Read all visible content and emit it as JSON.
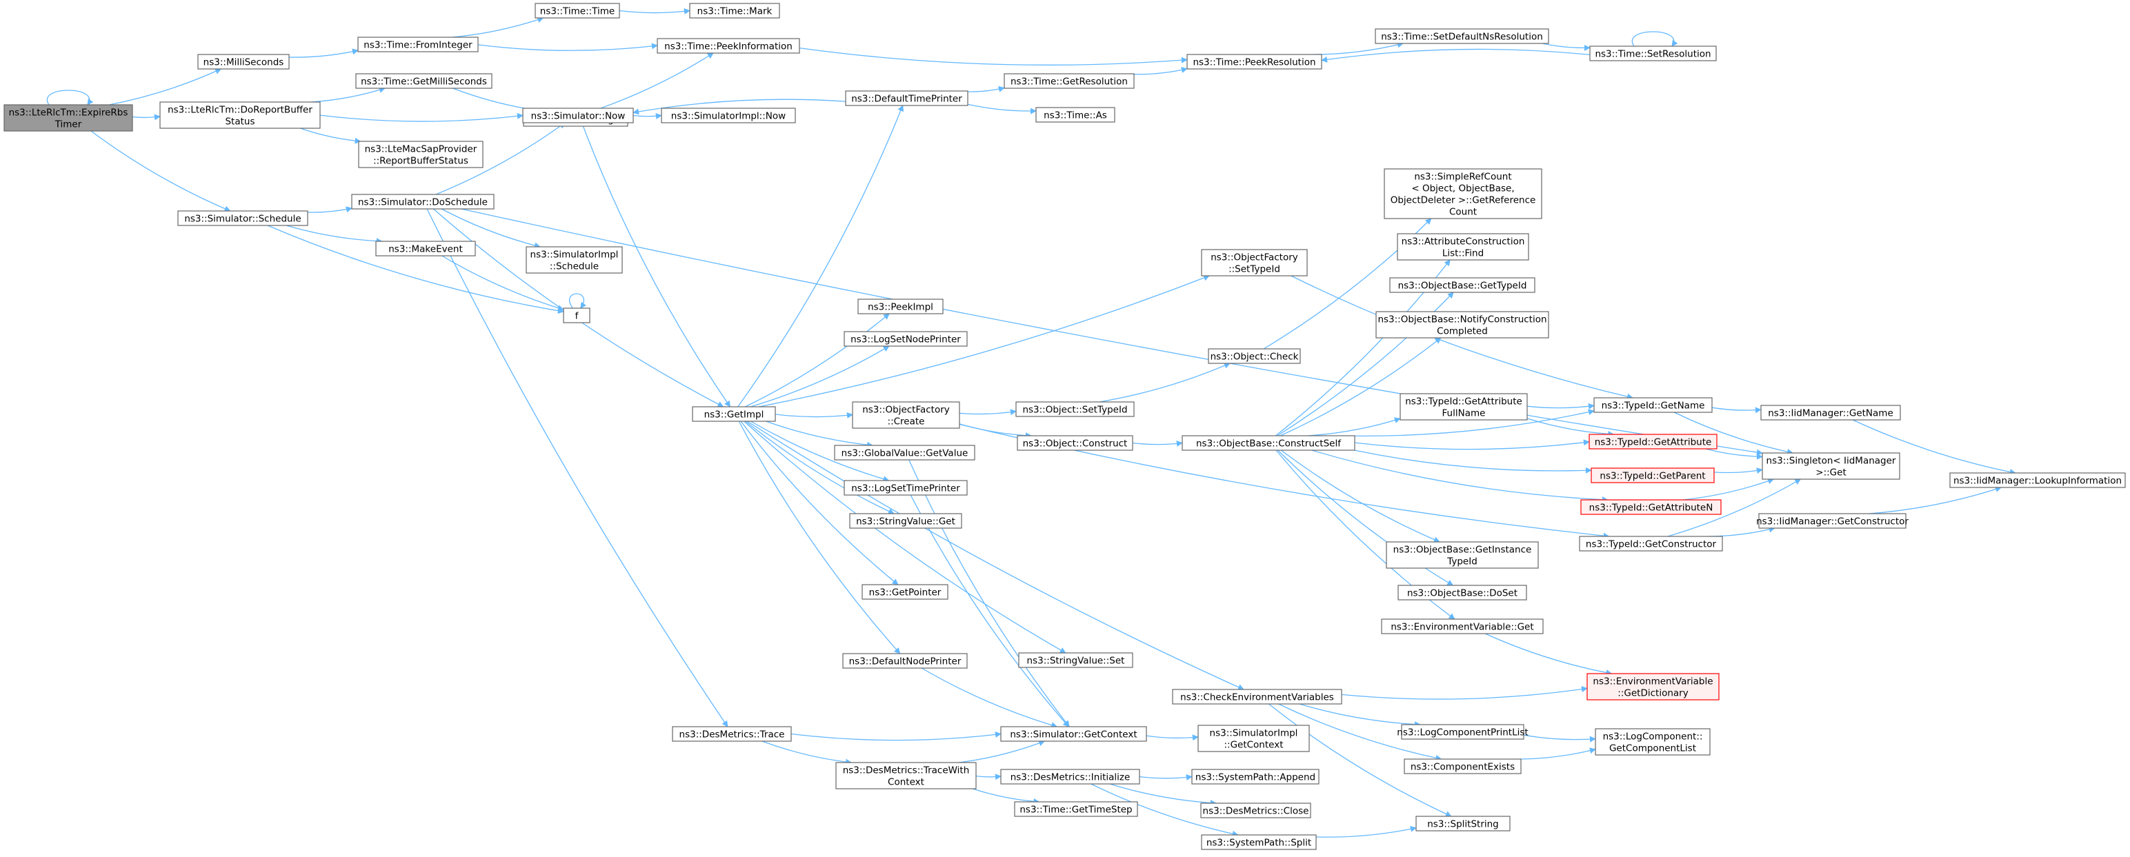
{
  "colors": {
    "edge": "#63b8ff",
    "node_border": "#666666",
    "node_fill": "#ffffff",
    "root_fill": "#999999",
    "truncated_border": "#ff0000",
    "truncated_fill": "#fff0f0"
  },
  "nodes": {
    "expire": [
      "ns3::LteRlcTm::ExpireRbs",
      "Timer"
    ],
    "millisec": [
      "ns3::MilliSeconds"
    ],
    "fromint": [
      "ns3::Time::FromInteger"
    ],
    "timetime": [
      "ns3::Time::Time"
    ],
    "timemark": [
      "ns3::Time::Mark"
    ],
    "peekinfo": [
      "ns3::Time::PeekInformation"
    ],
    "peekres": [
      "ns3::Time::PeekResolution"
    ],
    "setdefns": [
      "ns3::Time::SetDefaultNsResolution"
    ],
    "setres": [
      "ns3::Time::SetResolution"
    ],
    "doreport": [
      "ns3::LteRlcTm::DoReportBuffer",
      "Status"
    ],
    "getmilli": [
      "ns3::Time::GetMilliSeconds"
    ],
    "toint": [
      "ns3::Time::ToInteger"
    ],
    "simnow": [
      "ns3::Simulator::Now"
    ],
    "simimplnow": [
      "ns3::SimulatorImpl::Now"
    ],
    "ltemacsap": [
      "ns3::LteMacSapProvider",
      "::ReportBufferStatus"
    ],
    "deftimeprinter": [
      "ns3::DefaultTimePrinter"
    ],
    "getres": [
      "ns3::Time::GetResolution"
    ],
    "timeas": [
      "ns3::Time::As"
    ],
    "schedule": [
      "ns3::Simulator::Schedule"
    ],
    "doschedule": [
      "ns3::Simulator::DoSchedule"
    ],
    "makeevent": [
      "ns3::MakeEvent"
    ],
    "simimplsched": [
      "ns3::SimulatorImpl",
      "::Schedule"
    ],
    "f": [
      "f"
    ],
    "getimpl": [
      "ns3::GetImpl"
    ],
    "peekimpl": [
      "ns3::PeekImpl"
    ],
    "logsetnode": [
      "ns3::LogSetNodePrinter"
    ],
    "ofcreate": [
      "ns3::ObjectFactory",
      "::Create"
    ],
    "gvgetvalue": [
      "ns3::GlobalValue::GetValue"
    ],
    "logsettime": [
      "ns3::LogSetTimePrinter"
    ],
    "svget": [
      "ns3::StringValue::Get"
    ],
    "getpointer": [
      "ns3::GetPointer"
    ],
    "defnodeprinter": [
      "ns3::DefaultNodePrinter"
    ],
    "svset": [
      "ns3::StringValue::Set"
    ],
    "objsettypeid": [
      "ns3::Object::SetTypeId"
    ],
    "objconstruct": [
      "ns3::Object::Construct"
    ],
    "ofsettypeid": [
      "ns3::ObjectFactory",
      "::SetTypeId"
    ],
    "objcheck": [
      "ns3::Object::Check"
    ],
    "simplerefcount": [
      "ns3::SimpleRefCount",
      "< Object, ObjectBase,",
      "ObjectDeleter >::GetReference",
      "Count"
    ],
    "attrconstr": [
      "ns3::AttributeConstruction",
      "List::Find"
    ],
    "obgettypeid": [
      "ns3::ObjectBase::GetTypeId"
    ],
    "obnotify": [
      "ns3::ObjectBase::NotifyConstruction",
      "Completed"
    ],
    "obconstructself": [
      "ns3::ObjectBase::ConstructSelf"
    ],
    "tidgetattrfull": [
      "ns3::TypeId::GetAttribute",
      "FullName"
    ],
    "tidgetname": [
      "ns3::TypeId::GetName"
    ],
    "iidgetname": [
      "ns3::IidManager::GetName"
    ],
    "tidgetattr": [
      "ns3::TypeId::GetAttribute"
    ],
    "singleton": [
      "ns3::Singleton< IidManager",
      ">::Get"
    ],
    "tidgetparent": [
      "ns3::TypeId::GetParent"
    ],
    "iidlookup": [
      "ns3::IidManager::LookupInformation"
    ],
    "tidgetattrn": [
      "ns3::TypeId::GetAttributeN"
    ],
    "iidgetconstr": [
      "ns3::IidManager::GetConstructor"
    ],
    "tidgetconstr": [
      "ns3::TypeId::GetConstructor"
    ],
    "obgetinsttid": [
      "ns3::ObjectBase::GetInstance",
      "TypeId"
    ],
    "obdoset": [
      "ns3::ObjectBase::DoSet"
    ],
    "envget": [
      "ns3::EnvironmentVariable::Get"
    ],
    "envgetdict": [
      "ns3::EnvironmentVariable",
      "::GetDictionary"
    ],
    "checkenv": [
      "ns3::CheckEnvironmentVariables"
    ],
    "logcompprint": [
      "ns3::LogComponentPrintList"
    ],
    "logcompgetlist": [
      "ns3::LogComponent::",
      "GetComponentList"
    ],
    "compexists": [
      "ns3::ComponentExists"
    ],
    "splitstring": [
      "ns3::SplitString"
    ],
    "desmetricstrace": [
      "ns3::DesMetrics::Trace"
    ],
    "simgetctx": [
      "ns3::Simulator::GetContext"
    ],
    "simimplgetctx": [
      "ns3::SimulatorImpl",
      "::GetContext"
    ],
    "desmtracewith": [
      "ns3::DesMetrics::TraceWith",
      "Context"
    ],
    "desminit": [
      "ns3::DesMetrics::Initialize"
    ],
    "syspathappend": [
      "ns3::SystemPath::Append"
    ],
    "desmclose": [
      "ns3::DesMetrics::Close"
    ],
    "gettimestep": [
      "ns3::Time::GetTimeStep"
    ],
    "syspathsplit": [
      "ns3::SystemPath::Split"
    ]
  }
}
